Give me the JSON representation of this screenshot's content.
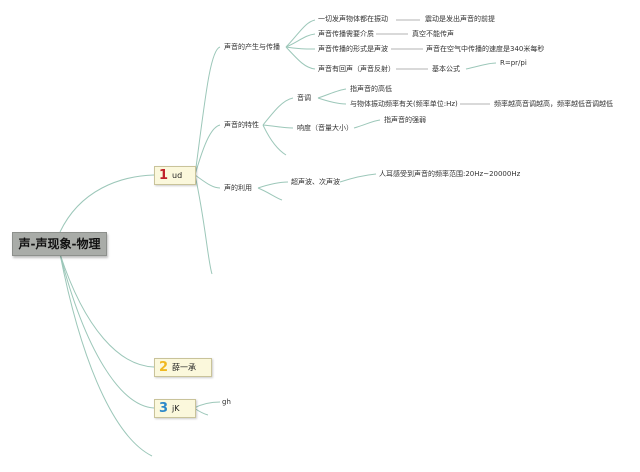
{
  "root": {
    "label": "声-声现象-物理"
  },
  "branches": [
    {
      "number": "1",
      "number_color": "#c0202a",
      "label": "ud"
    },
    {
      "number": "2",
      "number_color": "#f0b820",
      "label": "薛一承"
    },
    {
      "number": "3",
      "number_color": "#2c88c9",
      "label": "jK"
    }
  ],
  "nodes": {
    "production": "声音的产生与传播",
    "all_sound_vibration": "一切发声物体都在振动",
    "vibration_premise": "震动是发出声音的前提",
    "needs_medium": "声音传播需要介质",
    "vacuum": "真空不能传声",
    "wave_form": "声音传播的形式是声波",
    "speed_in_air": "声音在空气中传播的速度是340米每秒",
    "echo": "声音有回声（声音反射）",
    "basic_formula": "基本公式",
    "formula": "R=pr/pi",
    "characteristics": "声音的特性",
    "pitch": "音调",
    "pitch_def": "指声音的高低",
    "pitch_freq": "与物体振动频率有关(频率单位:Hz)",
    "pitch_rule": "频率越高音调越高，频率越低音调越低",
    "loudness": "响度（音量大小）",
    "loudness_def": "指声音的强弱",
    "usage": "声的利用",
    "ultra_infra": "超声波、次声波",
    "hearing_range": "人耳感受到声音的频率范围:20Hz~20000Hz",
    "gh": "gh"
  },
  "colors": {
    "branch_line": "#9cc7b9",
    "connector": "#9a9a9a",
    "root_bg": "#a9aca8",
    "box_bg": "#fbf8dc"
  }
}
